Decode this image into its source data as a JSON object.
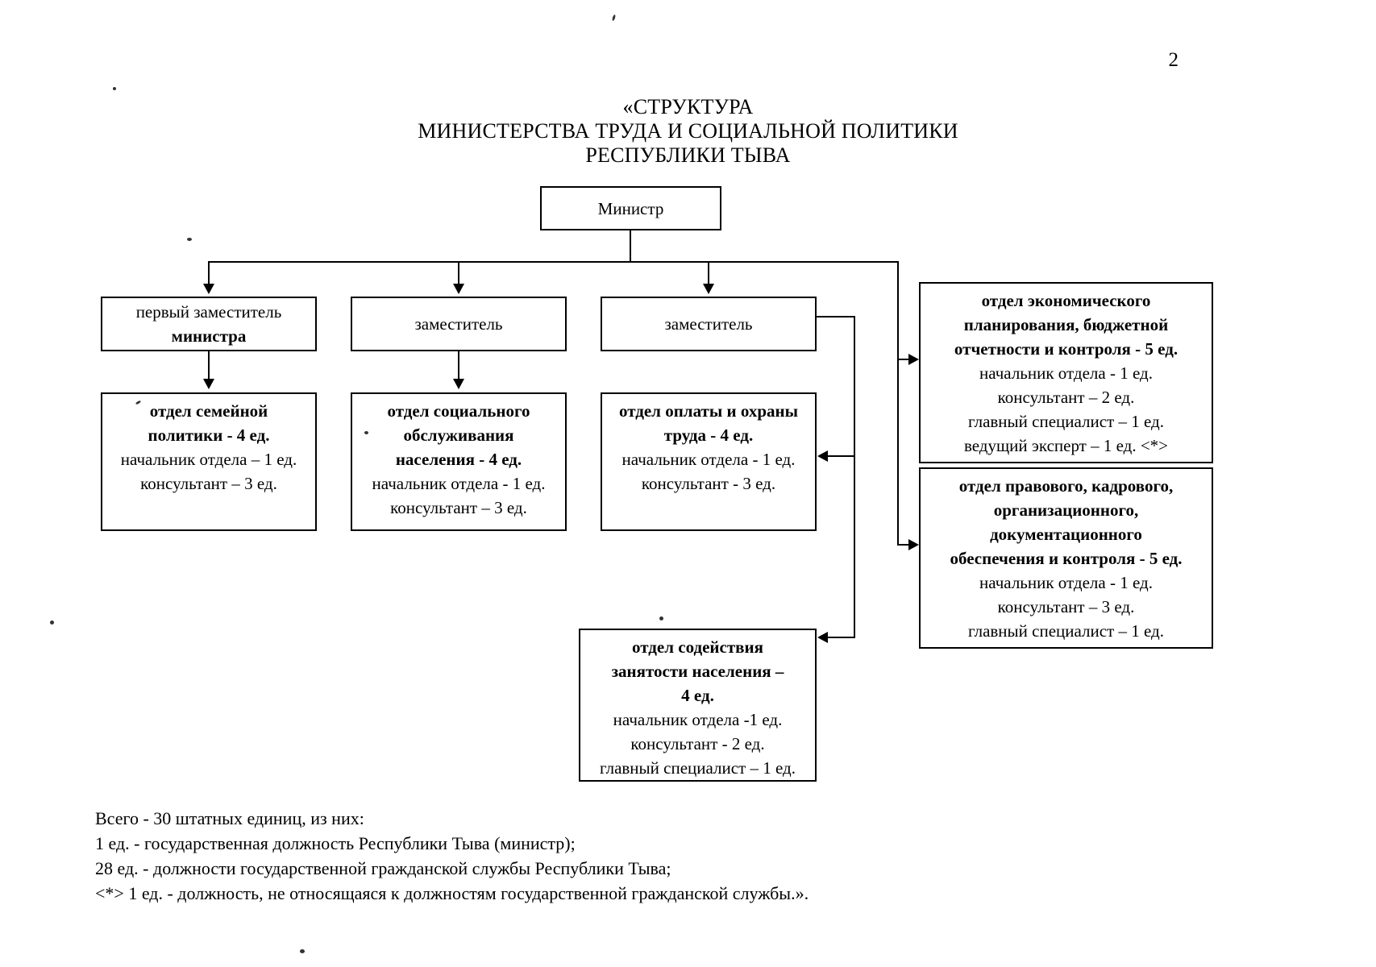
{
  "page": {
    "number": "2"
  },
  "title": {
    "line1": "«СТРУКТУРА",
    "line2": "МИНИСТЕРСТВА ТРУДА И СОЦИАЛЬНОЙ ПОЛИТИКИ",
    "line3": "РЕСПУБЛИКИ ТЫВА"
  },
  "chart_data": {
    "type": "diagram",
    "title": "«СТРУКТУРА МИНИСТЕРСТВА ТРУДА И СОЦИАЛЬНОЙ ПОЛИТИКИ РЕСПУБЛИКИ ТЫВА",
    "total_units": 30,
    "nodes": [
      {
        "id": "minister",
        "level": 0,
        "lines": [
          {
            "text": "Министр",
            "bold": false
          }
        ]
      },
      {
        "id": "first-deputy",
        "level": 1,
        "lines": [
          {
            "text": "первый заместитель",
            "bold": false
          },
          {
            "text": "министра",
            "bold": false
          }
        ]
      },
      {
        "id": "deputy-2",
        "level": 1,
        "lines": [
          {
            "text": "заместитель",
            "bold": false
          }
        ]
      },
      {
        "id": "deputy-3",
        "level": 1,
        "lines": [
          {
            "text": "заместитель",
            "bold": false
          }
        ]
      },
      {
        "id": "family-policy",
        "level": 2,
        "units": 4,
        "lines": [
          {
            "text": "отдел семейной",
            "bold": true
          },
          {
            "text": "политики - 4 ед.",
            "bold": true
          },
          {
            "text": "начальник отдела – 1 ед.",
            "bold": false
          },
          {
            "text": "консультант – 3 ед.",
            "bold": false
          }
        ]
      },
      {
        "id": "social-services",
        "level": 2,
        "units": 4,
        "lines": [
          {
            "text": "отдел социального",
            "bold": true
          },
          {
            "text": "обслуживания",
            "bold": true
          },
          {
            "text": "населения - 4 ед.",
            "bold": true
          },
          {
            "text": "начальник отдела - 1 ед.",
            "bold": false
          },
          {
            "text": "консультант – 3 ед.",
            "bold": false
          }
        ]
      },
      {
        "id": "labour-pay",
        "level": 2,
        "units": 4,
        "lines": [
          {
            "text": "отдел оплаты и охраны",
            "bold": true
          },
          {
            "text": "труда - 4 ед.",
            "bold": true
          },
          {
            "text": "начальник отдела - 1 ед.",
            "bold": false
          },
          {
            "text": "консультант - 3 ед.",
            "bold": false
          }
        ]
      },
      {
        "id": "employment",
        "level": 2,
        "units": 4,
        "lines": [
          {
            "text": "отдел содействия",
            "bold": true
          },
          {
            "text": "занятости населения –",
            "bold": true
          },
          {
            "text": "4 ед.",
            "bold": true
          },
          {
            "text": "начальник отдела -1 ед.",
            "bold": false
          },
          {
            "text": "консультант - 2 ед.",
            "bold": false
          },
          {
            "text": "главный специалист – 1 ед.",
            "bold": false
          }
        ]
      },
      {
        "id": "economic-planning",
        "level": 2,
        "units": 5,
        "lines": [
          {
            "text": "отдел экономического",
            "bold": true
          },
          {
            "text": "планирования, бюджетной",
            "bold": true
          },
          {
            "text": "отчетности и контроля - 5 ед.",
            "bold": true
          },
          {
            "text": "начальник отдела - 1 ед.",
            "bold": false
          },
          {
            "text": "консультант – 2 ед.",
            "bold": false
          },
          {
            "text": "главный специалист – 1 ед.",
            "bold": false
          },
          {
            "text": "ведущий эксперт – 1 ед. <*>",
            "bold": false
          }
        ]
      },
      {
        "id": "legal-hr",
        "level": 2,
        "units": 5,
        "lines": [
          {
            "text": "отдел правового, кадрового,",
            "bold": true
          },
          {
            "text": "организационного,",
            "bold": true
          },
          {
            "text": "документационного",
            "bold": true
          },
          {
            "text": "обеспечения и контроля - 5 ед.",
            "bold": true
          },
          {
            "text": "начальник отдела - 1 ед.",
            "bold": false
          },
          {
            "text": "консультант – 3 ед.",
            "bold": false
          },
          {
            "text": "главный специалист – 1 ед.",
            "bold": false
          }
        ]
      }
    ]
  },
  "boxes": {
    "minister": {
      "l0": "Министр"
    },
    "first_deputy": {
      "l0": "первый заместитель",
      "l1": "министра"
    },
    "deputy_2": {
      "l0": "заместитель"
    },
    "deputy_3": {
      "l0": "заместитель"
    },
    "family_policy": {
      "l0": "отдел семейной",
      "l1": "политики - 4 ед.",
      "l2": "начальник отдела – 1 ед.",
      "l3": "консультант – 3 ед."
    },
    "social_services": {
      "l0": "отдел социального",
      "l1": "обслуживания",
      "l2": "населения - 4 ед.",
      "l3": "начальник отдела - 1 ед.",
      "l4": "консультант – 3 ед."
    },
    "labour_pay": {
      "l0": "отдел оплаты и охраны",
      "l1": "труда - 4 ед.",
      "l2": "начальник отдела - 1 ед.",
      "l3": "консультант - 3 ед."
    },
    "employment": {
      "l0": "отдел содействия",
      "l1": "занятости населения –",
      "l2": "4 ед.",
      "l3": "начальник отдела -1 ед.",
      "l4": "консультант - 2 ед.",
      "l5": "главный специалист – 1 ед."
    },
    "economic_planning": {
      "l0": "отдел экономического",
      "l1": "планирования, бюджетной",
      "l2": "отчетности и контроля - 5 ед.",
      "l3": "начальник отдела - 1 ед.",
      "l4": "консультант – 2 ед.",
      "l5": "главный специалист – 1 ед.",
      "l6": "ведущий эксперт – 1 ед. <*>"
    },
    "legal_hr": {
      "l0": "отдел правового, кадрового,",
      "l1": "организационного,",
      "l2": "документационного",
      "l3": "обеспечения и контроля - 5 ед.",
      "l4": "начальник отдела - 1 ед.",
      "l5": "консультант – 3 ед.",
      "l6": "главный специалист – 1 ед."
    }
  },
  "footnotes": {
    "line1": "Всего - 30 штатных единиц, из них:",
    "line2": "1 ед. - государственная должность Республики Тыва (министр);",
    "line3": "28 ед. - должности государственной гражданской службы Республики Тыва;",
    "line4": "<*> 1 ед. - должность, не относящаяся к должностям государственной гражданской службы.»."
  }
}
